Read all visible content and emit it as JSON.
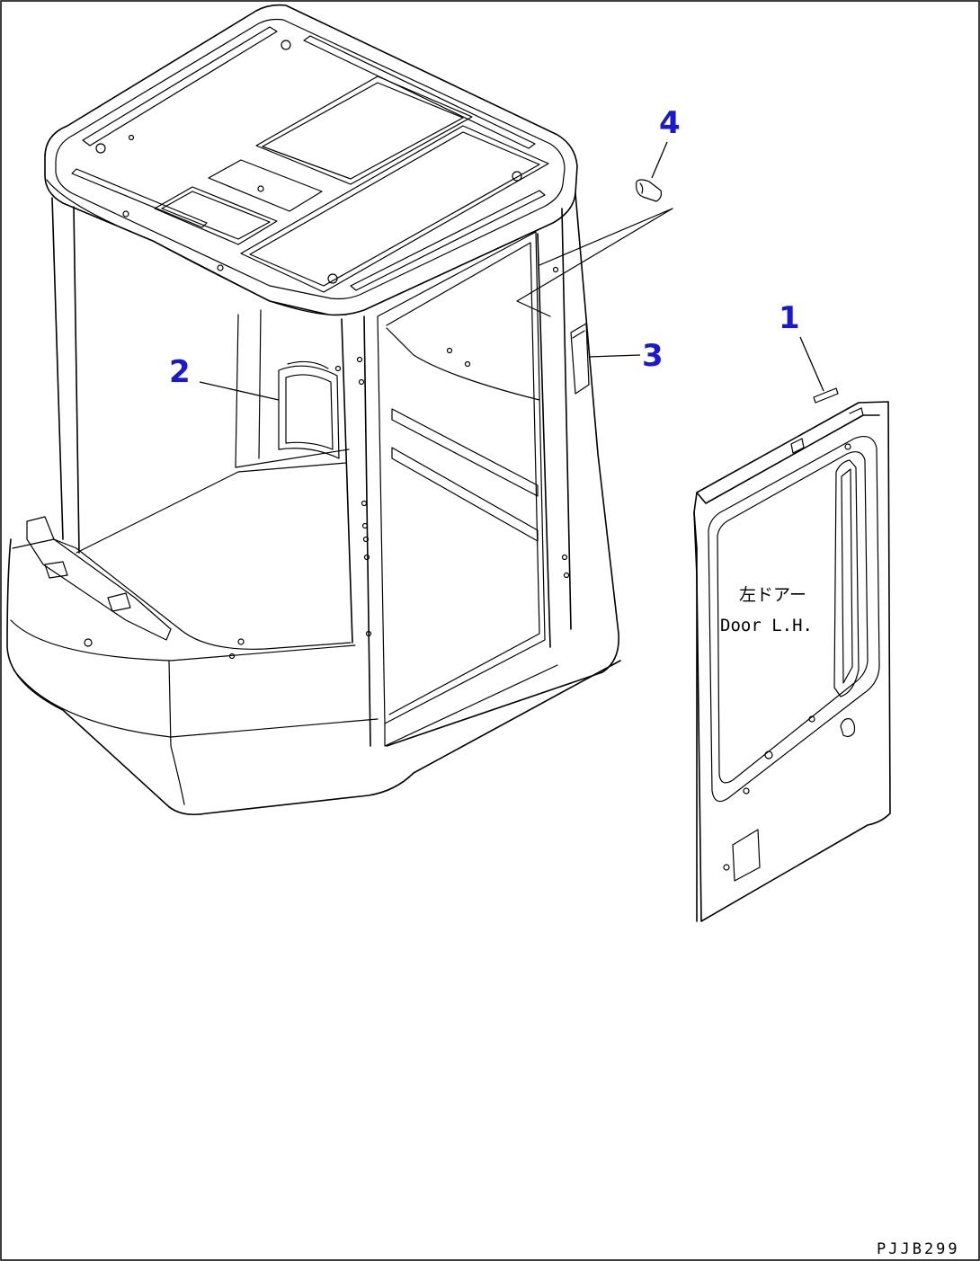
{
  "callouts": {
    "c1": "1",
    "c2": "2",
    "c3": "3",
    "c4": "4"
  },
  "door_label": {
    "line1": "左ドアー",
    "line2": "Door L.H."
  },
  "drawing_code": "PJJB299",
  "colors": {
    "callout": "#1a1acc",
    "line": "#000000",
    "background": "#ffffff"
  }
}
